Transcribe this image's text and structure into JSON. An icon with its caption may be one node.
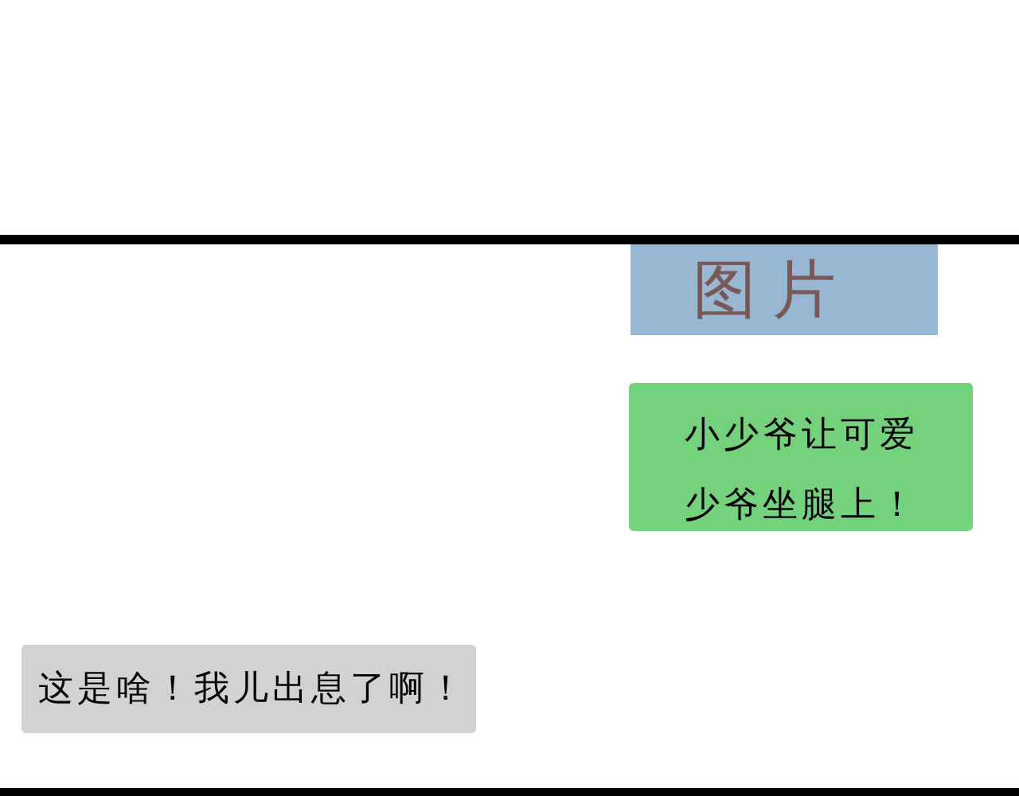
{
  "diagram": {
    "nodes": [
      {
        "text": [
          "图片"
        ]
      },
      {
        "text": [
          "小少爷让可爱少爷坐腿上！"
        ]
      },
      {
        "text": [
          "这是啥！我儿出息了啊！"
        ]
      }
    ]
  }
}
